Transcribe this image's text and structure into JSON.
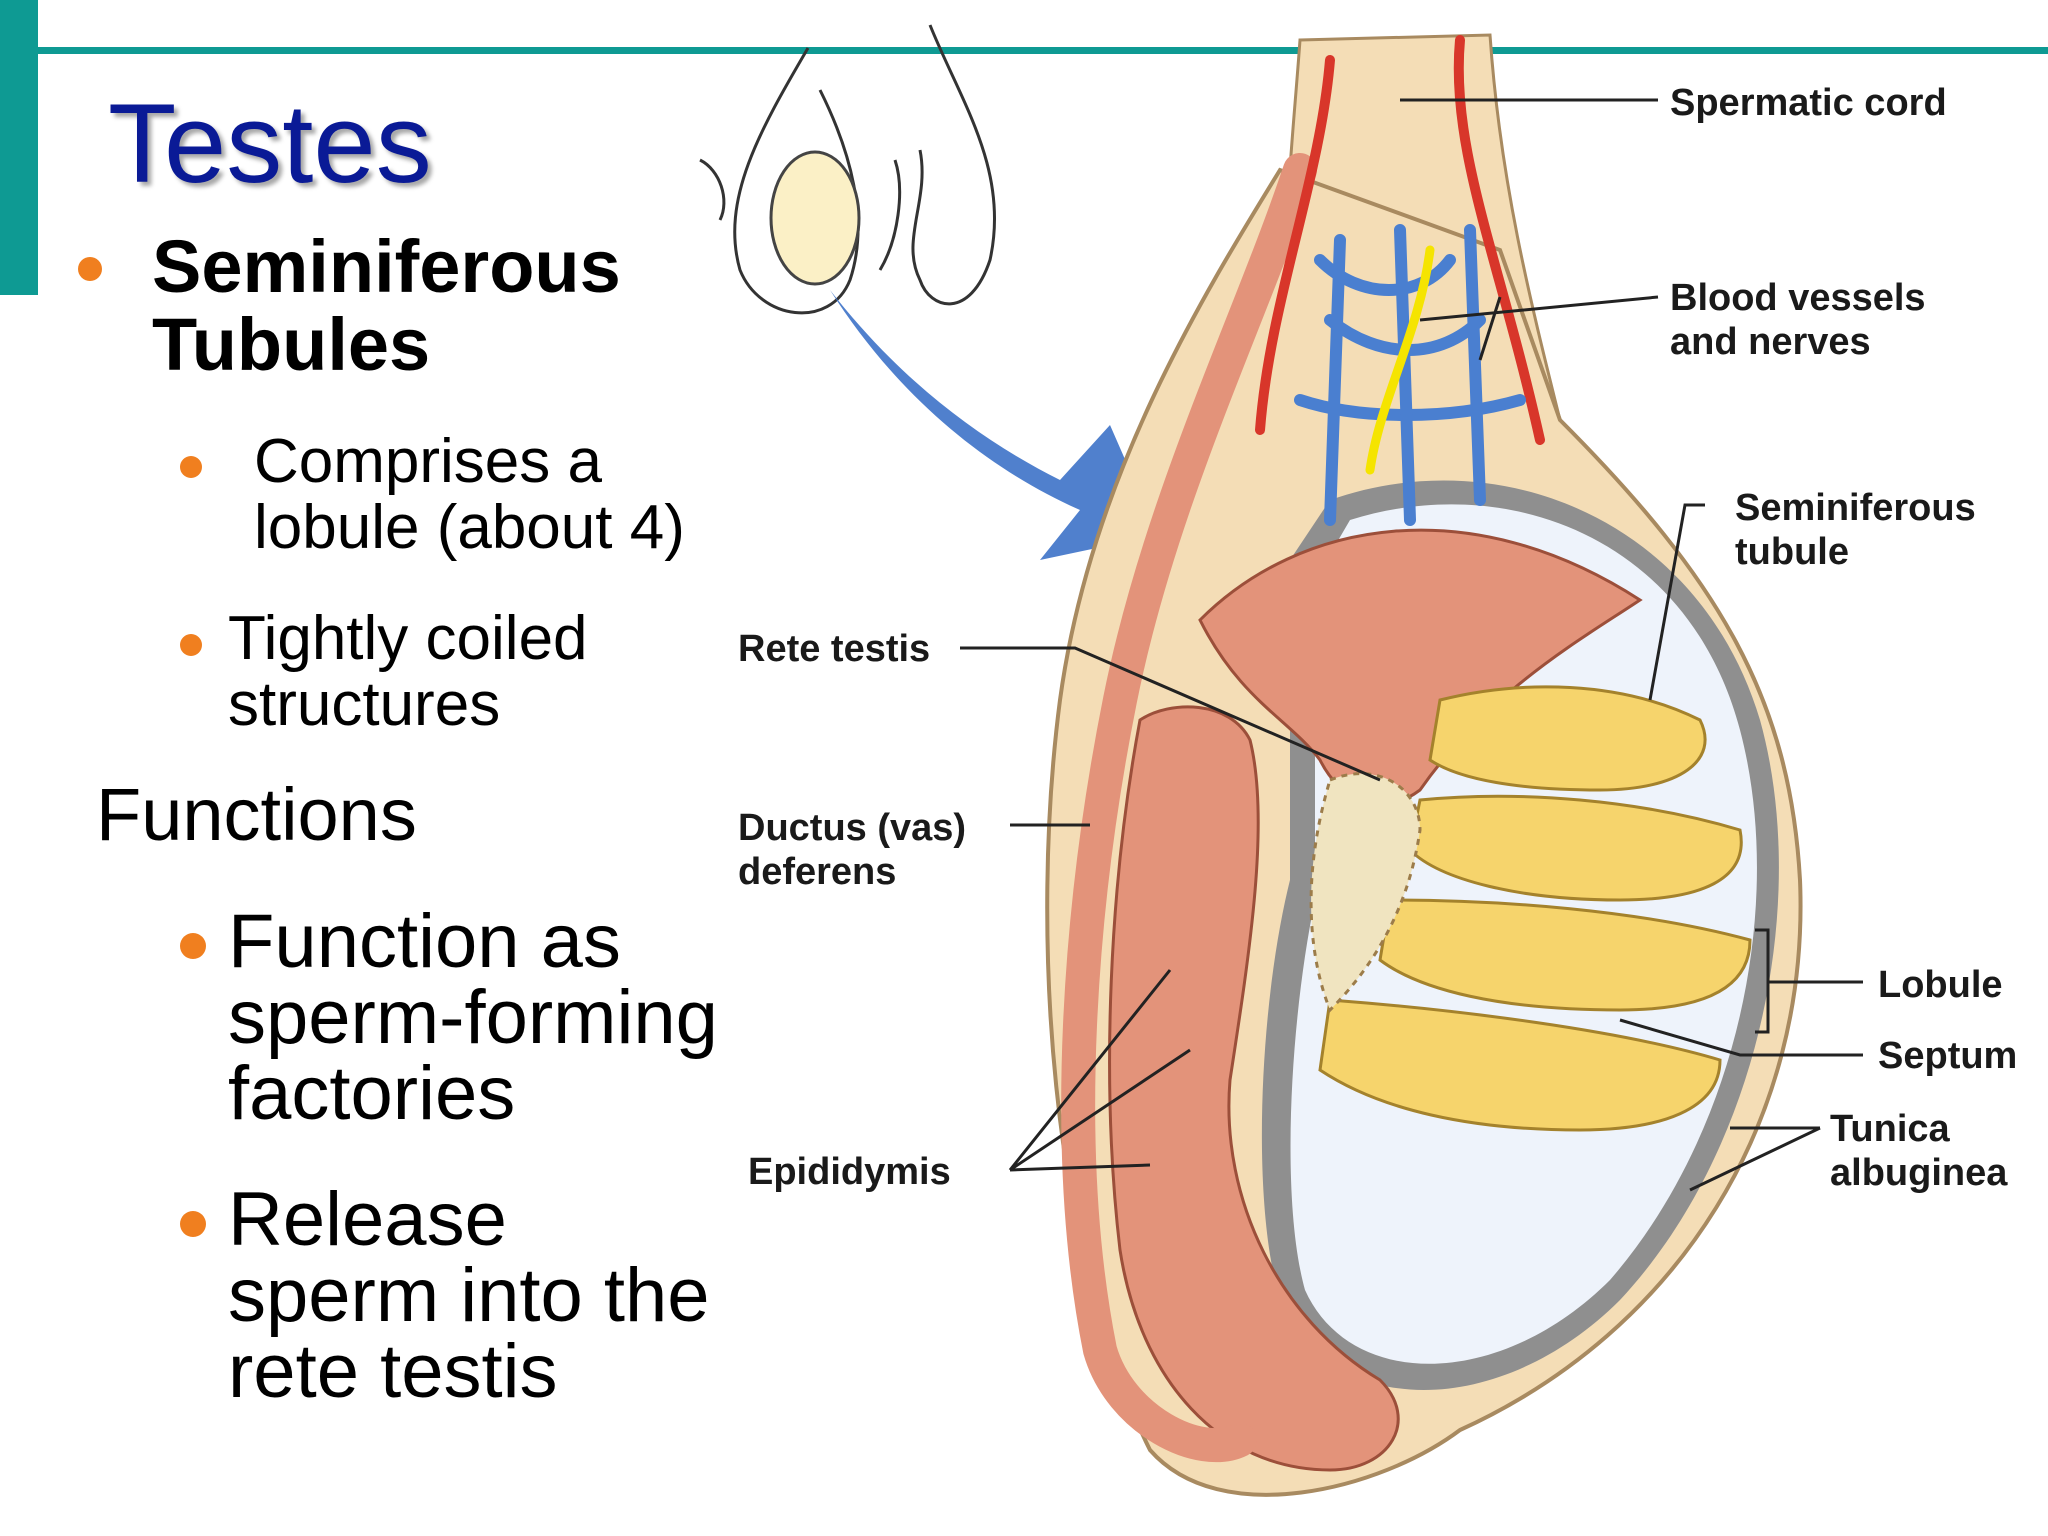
{
  "slide": {
    "title": "Testes",
    "bullets": {
      "seminiferous": {
        "line1": "Seminiferous",
        "line2": "Tubules"
      },
      "comprises": {
        "line1": "Comprises a",
        "line2": "lobule (about 4)"
      },
      "coiled": {
        "line1": "Tightly coiled",
        "line2": "structures"
      },
      "functions": "Functions",
      "function_as": {
        "line1": "Function as",
        "line2": "sperm-forming",
        "line3": "factories"
      },
      "release": {
        "line1": "Release",
        "line2": "sperm into the",
        "line3": "rete testis"
      }
    }
  },
  "diagram": {
    "labels": {
      "spermatic_cord": "Spermatic cord",
      "blood_vessels": {
        "line1": "Blood vessels",
        "line2": "and nerves"
      },
      "seminiferous_tubule": {
        "line1": "Seminiferous",
        "line2": "tubule"
      },
      "rete_testis": "Rete testis",
      "ductus": {
        "line1": "Ductus (vas)",
        "line2": "deferens"
      },
      "epididymis": "Epididymis",
      "lobule": "Lobule",
      "septum": "Septum",
      "tunica": {
        "line1": "Tunica",
        "line2": "albuginea"
      }
    }
  },
  "colors": {
    "accent_teal": "#0e9a93",
    "title_blue": "#0a1a96",
    "bullet_orange": "#f07f1f",
    "tissue_beige": "#f4ddb6",
    "tubule_pink": "#e3937a",
    "tubule_yellow": "#f6d46c",
    "vein_blue": "#4a7fd0",
    "artery_red": "#d8362a",
    "arrow_blue": "#3d72c8"
  }
}
